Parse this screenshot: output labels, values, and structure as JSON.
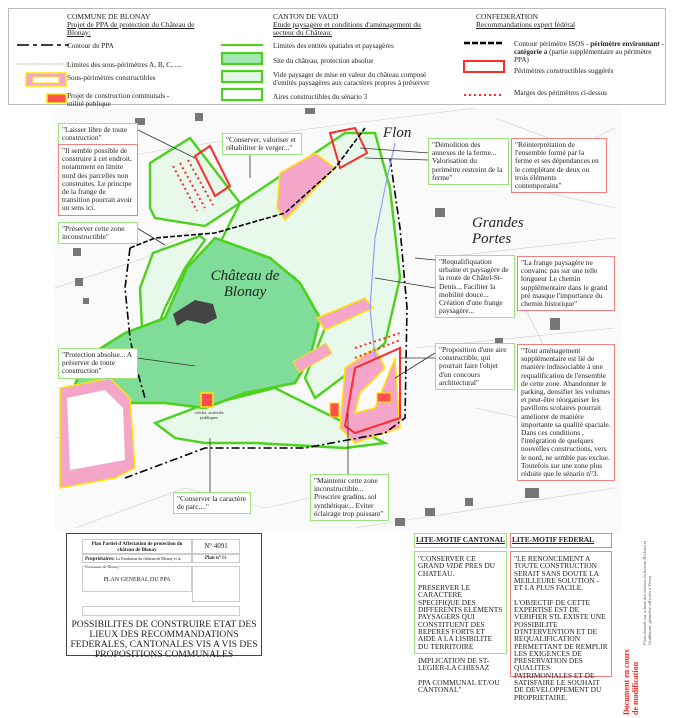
{
  "legend": {
    "commune": {
      "title": "COMMUNE DE BLONAY",
      "subtitle": "Projet de PPA de protection du Château de Blonay:",
      "items": [
        "Contour du PPA",
        "Limites des sous-périmètres A, B, C, ....",
        "Sous-périmètres constructibles",
        "Projet de construction communals - utilité publique"
      ]
    },
    "canton": {
      "title": "CANTON DE VAUD",
      "subtitle": "Etude paysagère et conditions d'aménagement du secteur du Château:",
      "items": [
        "Limites des entités spatiales et paysagères",
        "Site du château, protection absolue",
        "Vide paysager de mise en valeur du château composé d'entités paysagères aux caractères propres à préserver",
        "Aires constructibles du sénario 3"
      ]
    },
    "confederation": {
      "title": "CONFEDERATION",
      "subtitle": "Recommandations expert fédéral",
      "items": [
        {
          "normal": "Contour périmètre ISOS - ",
          "bold": "périmètre environnant - catégorie a",
          "tail": " (partie supplémentaire au périmètre PPA)"
        },
        "Périmètres constructibles suggérés",
        "Marges des périmètres ci-dessus"
      ]
    },
    "colors": {
      "green": "#4cd11e",
      "pink": "#f4a6c8",
      "yellow": "#ffe600",
      "red": "#ff2a2a",
      "castle_green": "#7fdc99"
    }
  },
  "map": {
    "labels": {
      "flon": "Flon",
      "grandes_portes": "Grandes Portes",
      "chateau": "Château de Blonay",
      "creche": "crèche, activités publiques"
    },
    "notes": {
      "laisser": "\"Laisser libre de toute construction\"",
      "semble": "\"Il semble possible de construire à cet endroit, notamment en limite nord des parcelles non construites. Le principe de la frange de transition pourrait avoir un sens ici.",
      "verger": "\"Conserver, valoriser et réhabiliter le verger...\"",
      "preserver": "\"Préserver cette zone inconstructible\"",
      "protection": "\"Protection absolue... A préserver de toute construction\"",
      "demolition": "\"Démolition des annexes de la ferme... Valorisation du perimètre restreint de la ferme\"",
      "reinterpretation": "\"Réinterprétation de l'ensemble formé par la ferme et ses dépendances en le complétant de deux ou trois éléments contemporains\"",
      "requalification": "\"Requalifiquation urbaine et paysagère de la route de Châtel-St-Denis... Faciliter la mobilité douce... Création d'une frange paysagère...",
      "frange": "\"La frange paysagère ne convainc pas sur une telle longueur Le chemin supplémentaire dans le grand pré masque l'importance du chemin historique\"",
      "proposition": "\"Proposition d'une aire constructible, qui pourrait faire l'objet d'un concours architectural\"",
      "tout": "\"Tout aménagement supplémentaire est lié de manière indissociable à une requalification de l'ensemble de cette zone. Abandonner le parking, densifier les volumes et peut-être réorganiser les pavillons scolaires pourrait améliorer de manière importante sa qualité spaciale. Dans ces conditions , l'intégration de quelques nouvelles constructions, vers le nord, ne semble pas exclue. Toutefois sur une zone plus réduite que le sénario n°3.",
      "maintenir": "\"Maintenir cette zone inconstructible... Proscrire gradins, sol synthétique... Eviter éclairage trop puissant\"",
      "parc": "\"Conserver la caractère de parc....\""
    }
  },
  "titleblock": {
    "plan_title": "Plan Partiel d'Affectation de protection du château de Blonay",
    "number": "N° 4091",
    "owner_label": "Propriétaires:",
    "owner": "La Fondation du château de Blonay et la Commune de Blonay",
    "plan_label": "Plan n°",
    "plan_no": "01",
    "plan_name": "PLAN GENERAL DU PPA",
    "main_title": "POSSIBILITES DE CONSTRUIRE ETAT DES LIEUX DES RECOMMANDATIONS FEDERALES, CANTONALES VIS A VIS DES PROPOSITIONS COMMUNALES"
  },
  "leitmotif": {
    "cantonal": {
      "title": "LITE-MOTIF CANTONAL",
      "p1a": "\"CONSERVER CE GRAND ",
      "p1i": "VIDE",
      "p1b": " PRES DU CHATEAU.",
      "p2": "PRESERVER LE CARACTERE SPECIFIQUE DES DIFFERENTS ELEMENTS PAYSAGERS QUI CONSTITUENT DES REPERES FORTS ET AIDE A LA LISIBILITE DU TERRITOIRE",
      "p3": "IMPLICATION DE ST-LEGIER-LA CHIESAZ",
      "p4": "PPA COMMUNAL ET/OU CANTONAL\""
    },
    "federal": {
      "title": "LITE-MOTIF FEDERAL",
      "p1": "\"LE RENONCEMENT A TOUTE CONSTRUCTION SERAIT SANS DOUTE LA MEILLEURE SOLUTION - ET LA PLUS FACILE.",
      "p2": "L'OBJECTIF DE CETTE EXPERTISE EST DE VERIFIER S'IL EXISTE UNE POSSIBILITE D'INTERVENTION ET DE REQUALIFICATION PERMETTANT DE REMPLIR LES EXIGENCES DE PRESERVATION DES QUALITES PATRIMONIALES ET DE SATISFAIRE LE SOUHAIT DE DEVELOPPEMENT DU PROPRIETAIRE."
    }
  },
  "side": {
    "status": "Document en cours de modification",
    "credit": "Plans dressés sur la base des dessins du bureau Richard et Grobbaum, géomètre officiels à Vevey"
  }
}
